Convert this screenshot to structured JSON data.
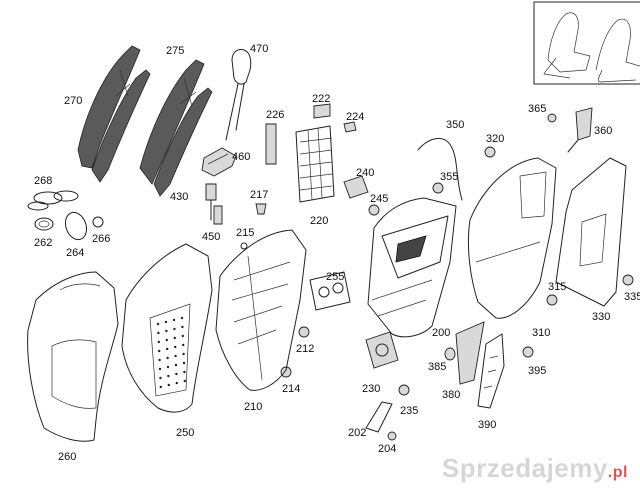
{
  "diagram": {
    "part_numbers": {
      "p270": "270",
      "p275": "275",
      "p470": "470",
      "p460": "460",
      "p226": "226",
      "p222": "222",
      "p224": "224",
      "p220": "220",
      "p268": "268",
      "p262": "262",
      "p264": "264",
      "p266": "266",
      "p430": "430",
      "p450": "450",
      "p217": "217",
      "p215": "215",
      "p240": "240",
      "p245": "245",
      "p350": "350",
      "p355": "355",
      "p320": "320",
      "p365": "365",
      "p360": "360",
      "p255": "255",
      "p212": "212",
      "p214": "214",
      "p210": "210",
      "p260": "260",
      "p250": "250",
      "p200": "200",
      "p230": "230",
      "p235": "235",
      "p202": "202",
      "p204": "204",
      "p385": "385",
      "p380": "380",
      "p390": "390",
      "p395": "395",
      "p310": "310",
      "p315": "315",
      "p330": "330",
      "p335": "335"
    },
    "colors": {
      "line": "#222222",
      "background": "#ffffff",
      "watermark": "#c8c8c8",
      "watermark_accent": "#dd5555"
    },
    "watermark": {
      "text": "Sprzedajemy",
      "suffix": ".pl"
    }
  }
}
